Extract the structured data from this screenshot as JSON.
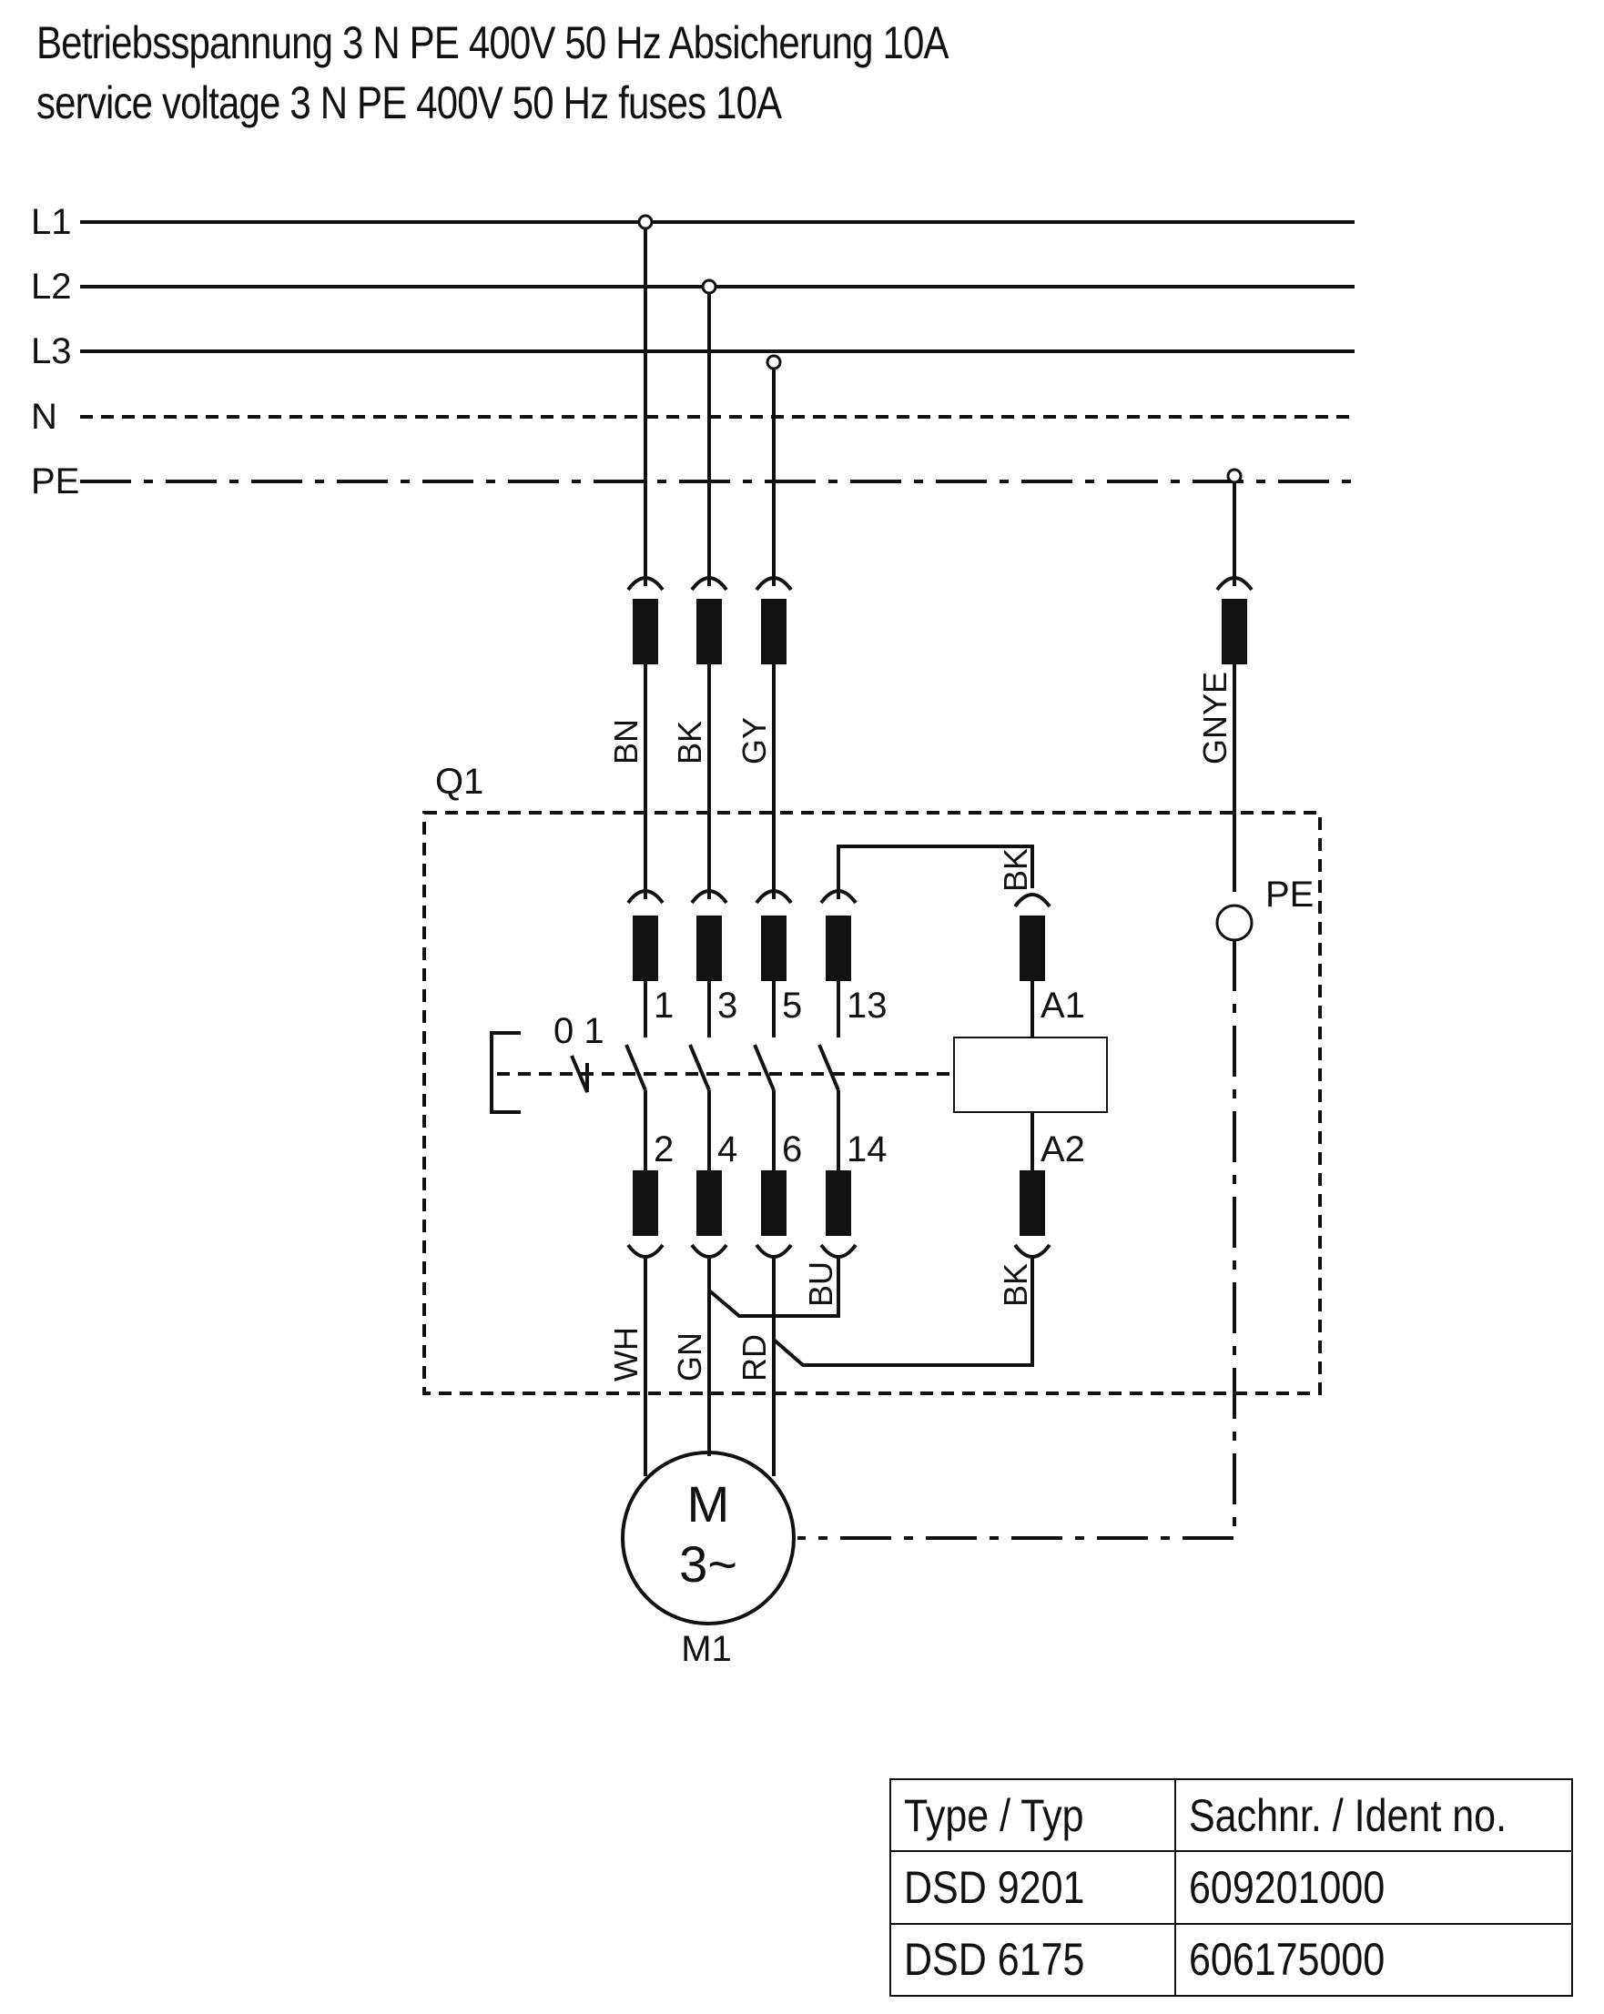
{
  "header": {
    "line_de": "Betriebsspannung 3 N PE 400V 50 Hz Absicherung 10A",
    "line_en": "service voltage 3 N PE 400V 50 Hz fuses 10A"
  },
  "bus": {
    "l1": "L1",
    "l2": "L2",
    "l3": "L3",
    "n": "N",
    "pe": "PE"
  },
  "wires": {
    "supply": [
      "BN",
      "BK",
      "GY"
    ],
    "earth": "GNYE",
    "coil_top": "BK",
    "coil_bottom": "BK",
    "aux_out": "BU",
    "motor": [
      "WH",
      "GN",
      "RD"
    ]
  },
  "switch": {
    "name": "Q1",
    "positions": "0 1",
    "pe_terminal": "PE",
    "top_terminals": [
      "1",
      "3",
      "5",
      "13"
    ],
    "bottom_terminals": [
      "2",
      "4",
      "6",
      "14"
    ],
    "coil_top": "A1",
    "coil_bottom": "A2"
  },
  "motor": {
    "symbol": "M",
    "phase": "3~",
    "name": "M1"
  },
  "parts_table": {
    "headers": [
      "Type / Typ",
      "Sachnr. / Ident no."
    ],
    "rows": [
      [
        "DSD 9201",
        "609201000"
      ],
      [
        "DSD 6175",
        "606175000"
      ]
    ]
  }
}
